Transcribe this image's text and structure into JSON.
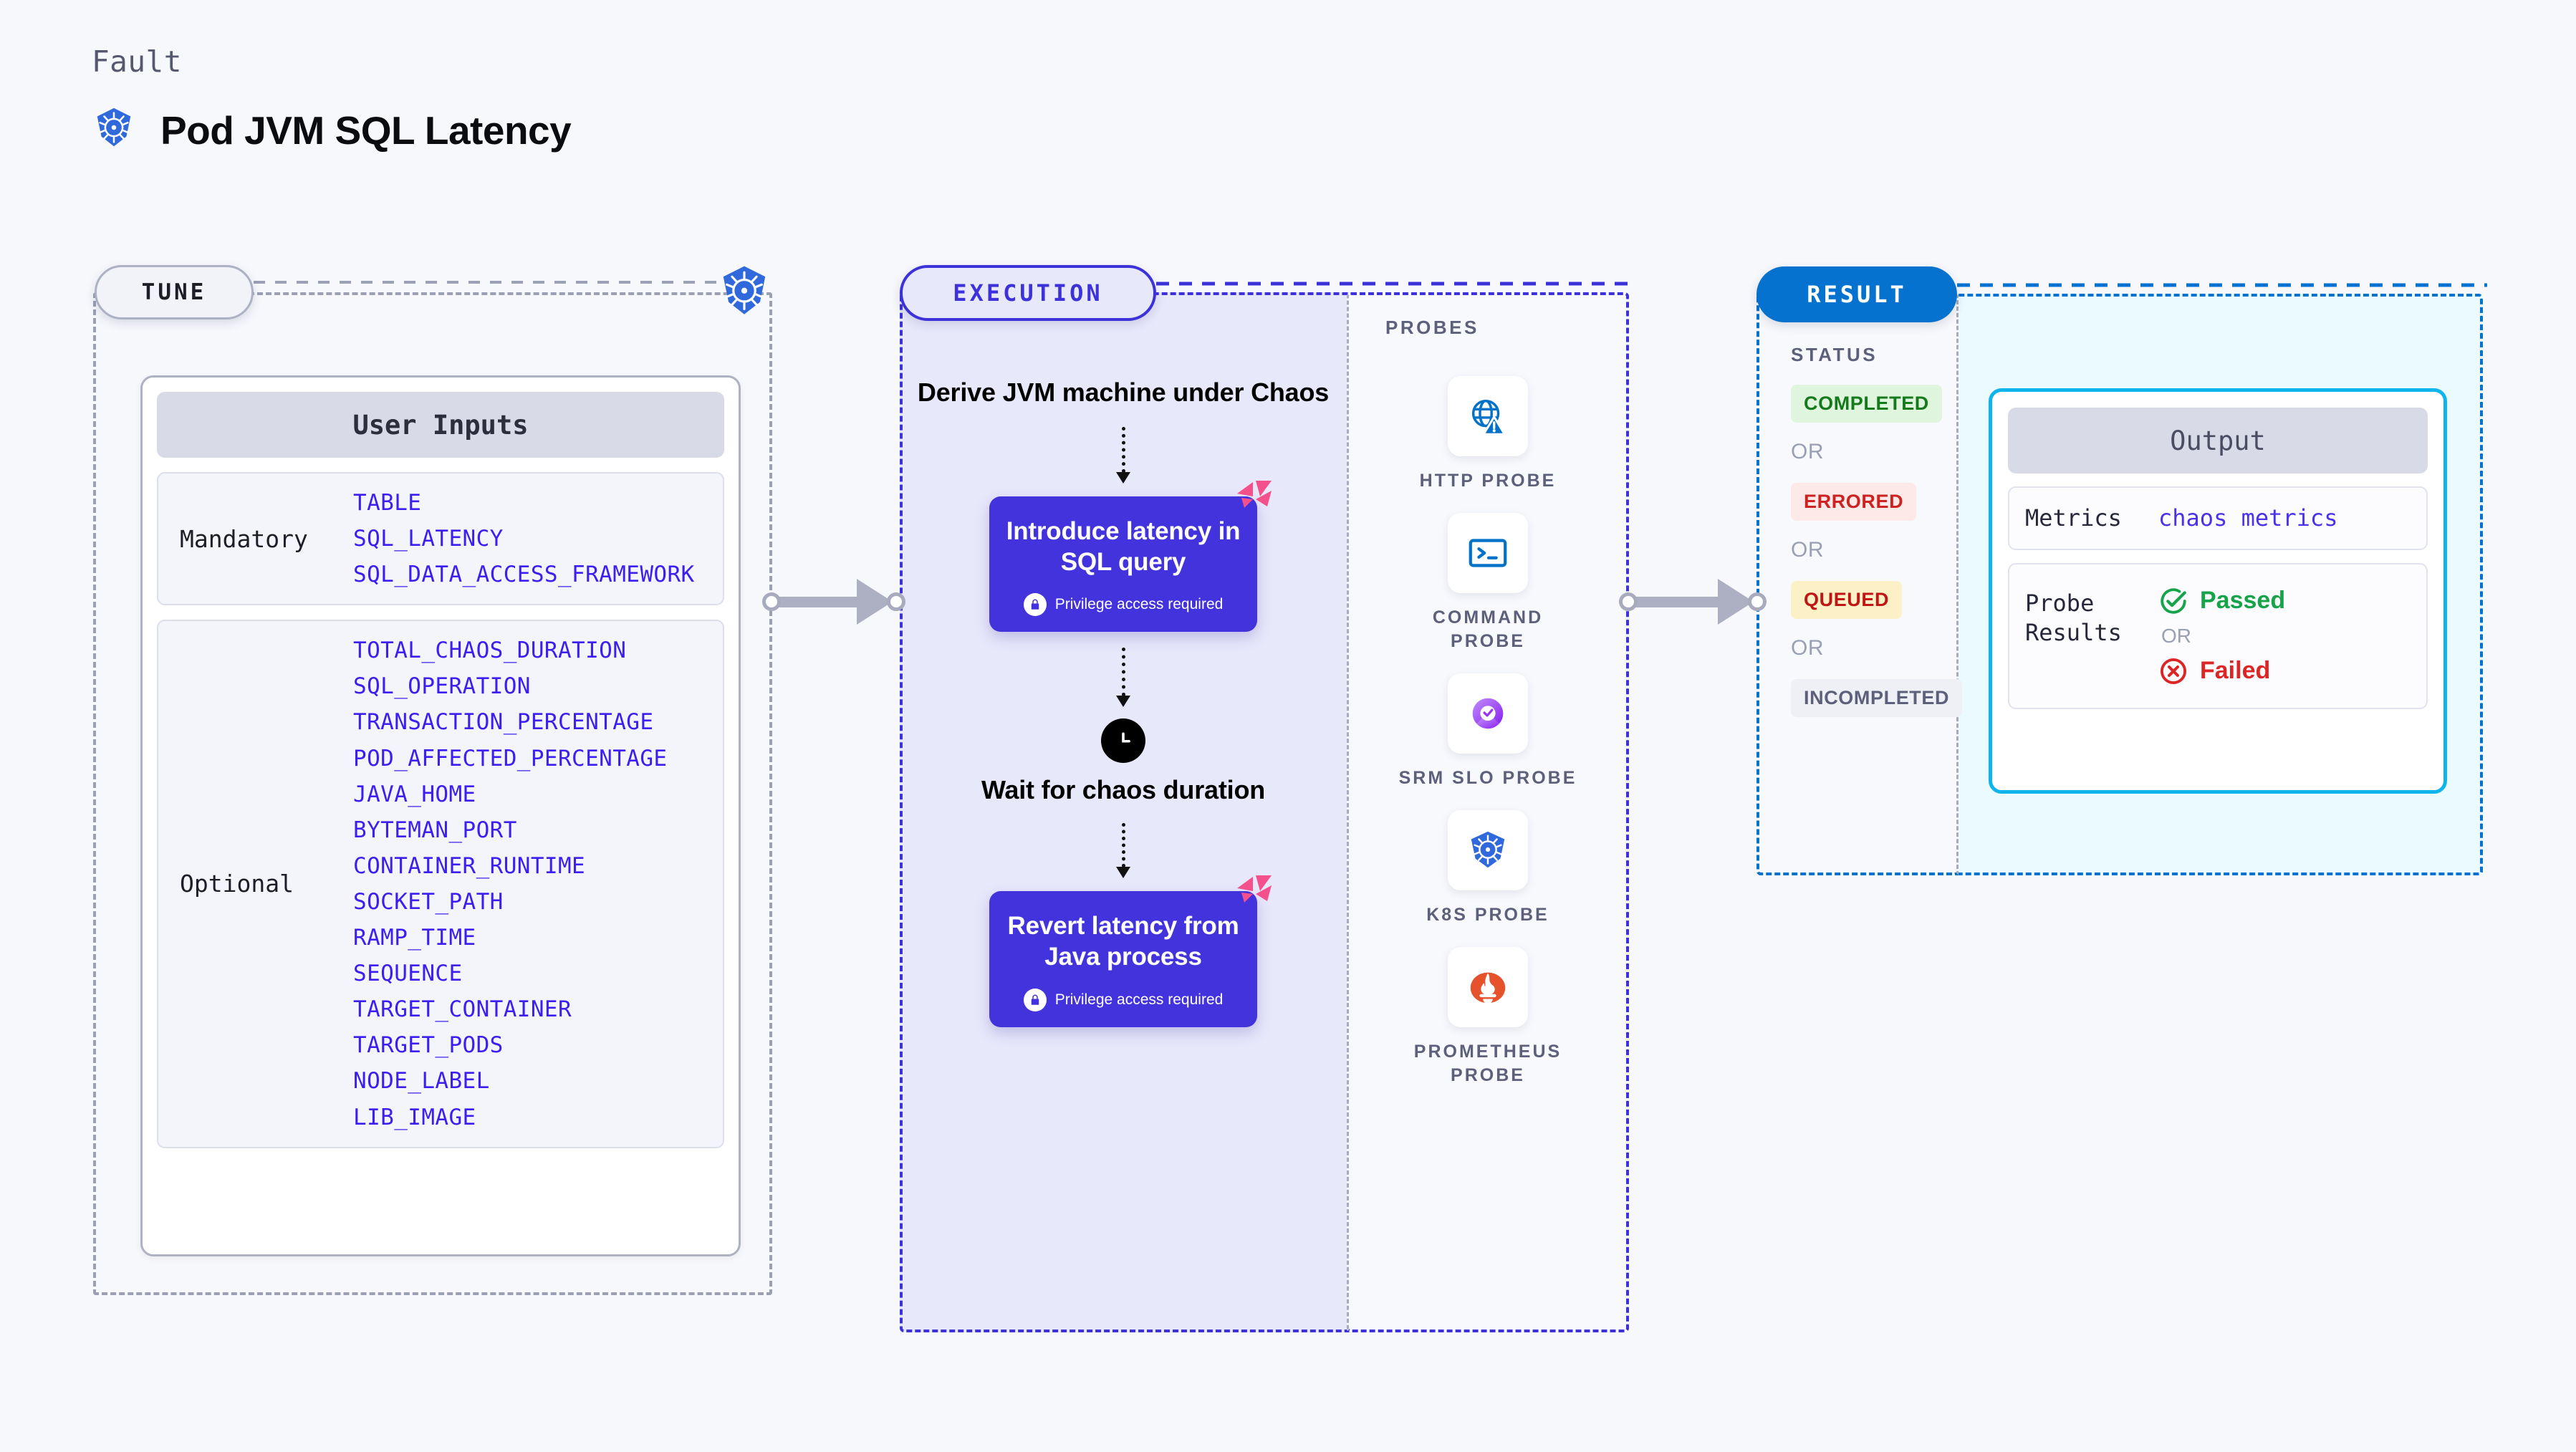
{
  "header": {
    "kicker": "Fault",
    "title": "Pod JVM SQL Latency",
    "icon": "kubernetes-icon"
  },
  "stages": {
    "tune": "TUNE",
    "execution": "EXECUTION",
    "result": "RESULT"
  },
  "tune": {
    "card_title": "User Inputs",
    "groups": [
      {
        "label": "Mandatory",
        "params": [
          "TABLE",
          "SQL_LATENCY",
          "SQL_DATA_ACCESS_FRAMEWORK"
        ]
      },
      {
        "label": "Optional",
        "params": [
          "TOTAL_CHAOS_DURATION",
          "SQL_OPERATION",
          "TRANSACTION_PERCENTAGE",
          "POD_AFFECTED_PERCENTAGE",
          "JAVA_HOME",
          "BYTEMAN_PORT",
          "CONTAINER_RUNTIME",
          "SOCKET_PATH",
          "RAMP_TIME",
          "SEQUENCE",
          "TARGET_CONTAINER",
          "TARGET_PODS",
          "NODE_LABEL",
          "LIB_IMAGE"
        ]
      }
    ]
  },
  "execution": {
    "steps": [
      {
        "type": "text",
        "label": "Derive JVM machine under Chaos"
      },
      {
        "type": "chaos-card",
        "label": "Introduce latency in SQL query",
        "privilege": "Privilege access required"
      },
      {
        "type": "wait",
        "label": "Wait for chaos duration",
        "icon": "clock-icon"
      },
      {
        "type": "chaos-card",
        "label": "Revert latency from Java process",
        "privilege": "Privilege access required"
      }
    ]
  },
  "probes": {
    "title": "PROBES",
    "items": [
      {
        "label": "HTTP PROBE",
        "icon": "globe-warning-icon"
      },
      {
        "label": "COMMAND PROBE",
        "icon": "terminal-icon"
      },
      {
        "label": "SRM SLO PROBE",
        "icon": "srm-slo-icon"
      },
      {
        "label": "K8S PROBE",
        "icon": "kubernetes-icon"
      },
      {
        "label": "PROMETHEUS PROBE",
        "icon": "prometheus-icon"
      }
    ]
  },
  "result": {
    "status_title": "STATUS",
    "or_label": "OR",
    "statuses": [
      {
        "label": "COMPLETED",
        "bg": "#dff5dd",
        "fg": "#147a1c"
      },
      {
        "label": "ERRORED",
        "bg": "#fde9e7",
        "fg": "#cc2222"
      },
      {
        "label": "QUEUED",
        "bg": "#fcf0c7",
        "fg": "#c01515"
      },
      {
        "label": "INCOMPLETED",
        "bg": "#eff0f6",
        "fg": "#5c607a"
      }
    ],
    "output": {
      "title": "Output",
      "metrics_key": "Metrics",
      "metrics_value": "chaos metrics",
      "probe_key": "Probe Results",
      "passed": "Passed",
      "failed": "Failed",
      "or_label": "OR",
      "passed_color": "#16a34a",
      "failed_color": "#dc2626"
    }
  },
  "colors": {
    "execution_accent": "#3d32d9",
    "result_accent": "#0472ce",
    "chaos_card": "#4333dd",
    "param_text": "#3a1ff0",
    "output_border": "#10b4ec"
  }
}
